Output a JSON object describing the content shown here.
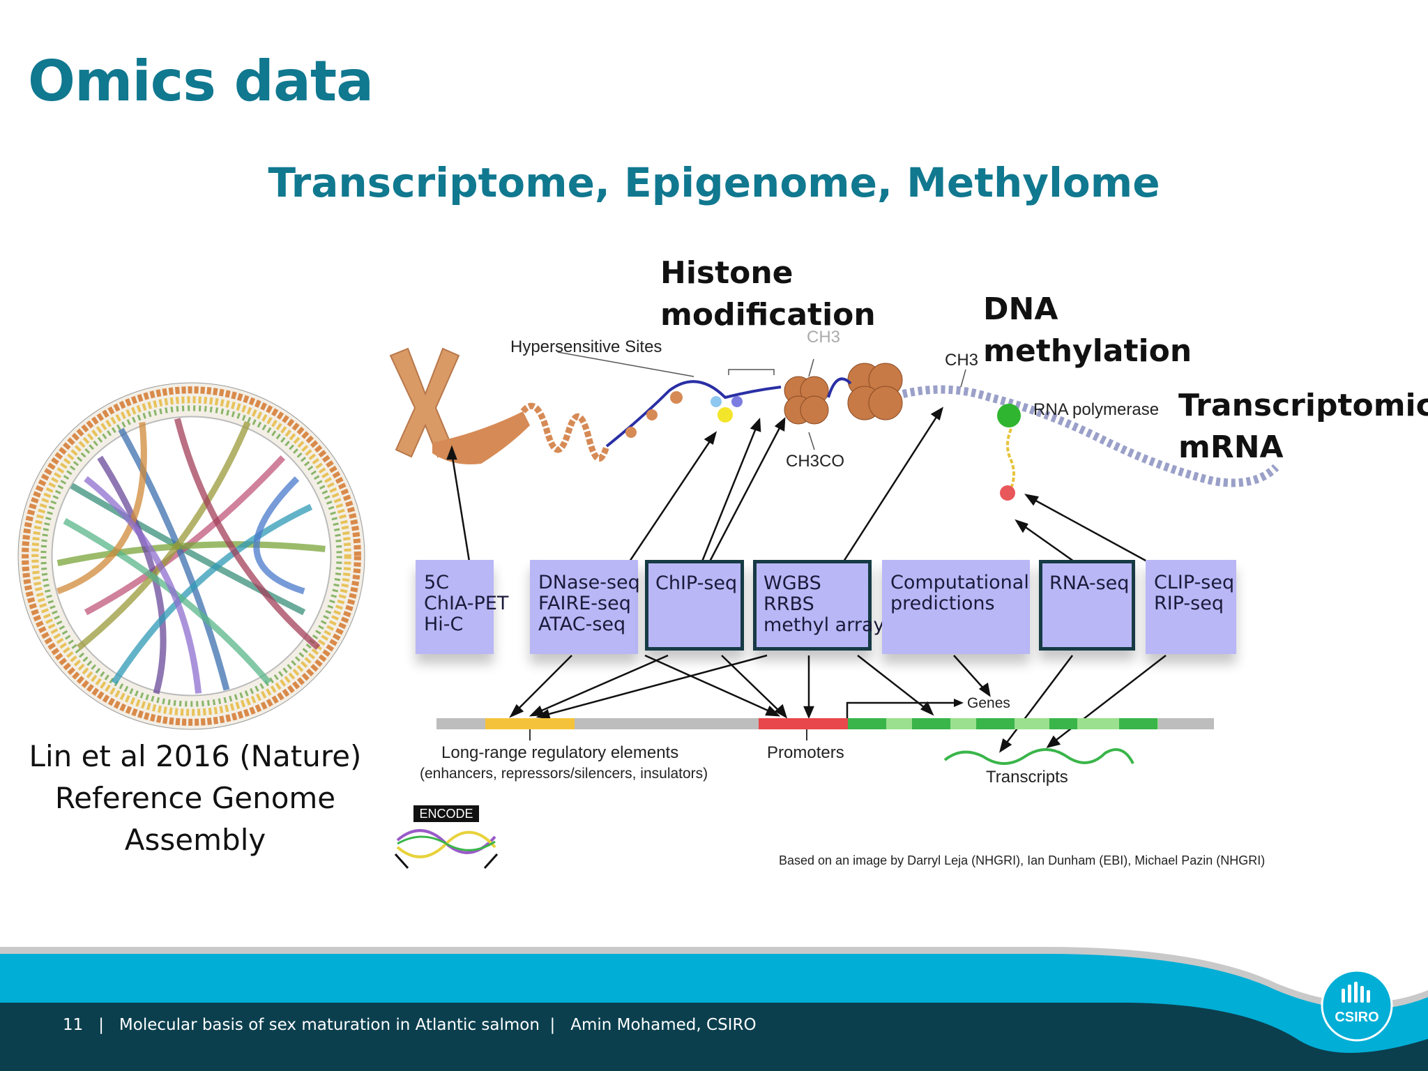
{
  "slide": {
    "title": "Omics data",
    "subtitle": "Transcriptome, Epigenome, Methylome"
  },
  "callouts": {
    "histone_line1": "Histone",
    "histone_line2": "modification",
    "dna_line1": "DNA",
    "dna_line2": "methylation",
    "transcriptomic_line1": "Transcriptomic",
    "transcriptomic_line2": "mRNA"
  },
  "caption": {
    "line1": "Lin et al 2016 (Nature)",
    "line2": "Reference Genome",
    "line3": "Assembly"
  },
  "figure": {
    "hypersensitive_sites": "Hypersensitive Sites",
    "ch3_top": "CH3",
    "ch3_right": "CH3",
    "ch3co": "CH3CO",
    "rna_polymerase": "RNA polymerase",
    "methods": [
      {
        "lines": [
          "5C",
          "ChIA-PET",
          "Hi-C"
        ]
      },
      {
        "lines": [
          "DNase-seq",
          "FAIRE-seq",
          "ATAC-seq"
        ]
      },
      {
        "lines": [
          "ChIP-seq"
        ]
      },
      {
        "lines": [
          "WGBS",
          "RRBS",
          "methyl array"
        ]
      },
      {
        "lines": [
          "Computational",
          "predictions"
        ]
      },
      {
        "lines": [
          "RNA-seq"
        ]
      },
      {
        "lines": [
          "CLIP-seq",
          "RIP-seq"
        ]
      }
    ],
    "genes": "Genes",
    "long_range": "Long-range regulatory elements",
    "long_range_sub": "(enhancers, repressors/silencers, insulators)",
    "promoters": "Promoters",
    "transcripts": "Transcripts",
    "encode": "ENCODE",
    "credit": "Based on an image by Darryl Leja (NHGRI), Ian Dunham (EBI), Michael Pazin (NHGRI)"
  },
  "footer": {
    "page": "11",
    "sep1": "|",
    "talk_title": "Molecular basis of sex maturation in Atlantic salmon",
    "sep2": "|",
    "author": "Amin Mohamed, CSIRO",
    "logo_text": "CSIRO"
  },
  "colors": {
    "title": "#10788f",
    "method_box": "#b9b7f6",
    "footer_band": "#00aed6",
    "footer_dark": "#0b3f4e",
    "promoter": "#e8474b",
    "enhancer": "#f5c33b",
    "gene": "#3ab54a"
  }
}
